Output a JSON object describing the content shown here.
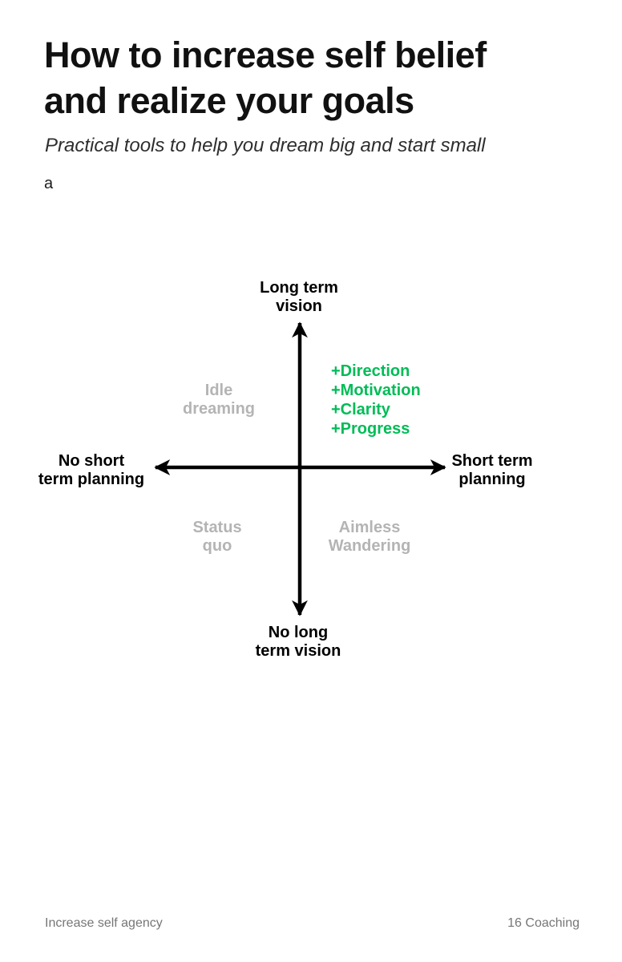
{
  "header": {
    "title": "How to increase self belief\nand realize your goals",
    "subtitle": "Practical tools to help you dream big and start small",
    "stray_text": "a"
  },
  "diagram": {
    "type": "quadrant",
    "axis_labels": {
      "top": "Long term\nvision",
      "bottom": "No long\nterm vision",
      "left": "No short\nterm planning",
      "right": "Short term\nplanning"
    },
    "quadrants": {
      "top_left": "Idle\ndreaming",
      "top_right_items": [
        "+Direction",
        "+Motivation",
        "+Clarity",
        "+Progress"
      ],
      "bottom_left": "Status\nquo",
      "bottom_right": "Aimless\nWandering"
    },
    "colors": {
      "axis": "#000000",
      "muted_label": "#b4b4b4",
      "benefit_green": "#00bc57"
    }
  },
  "footer": {
    "left": "Increase self agency",
    "right": "16 Coaching"
  }
}
